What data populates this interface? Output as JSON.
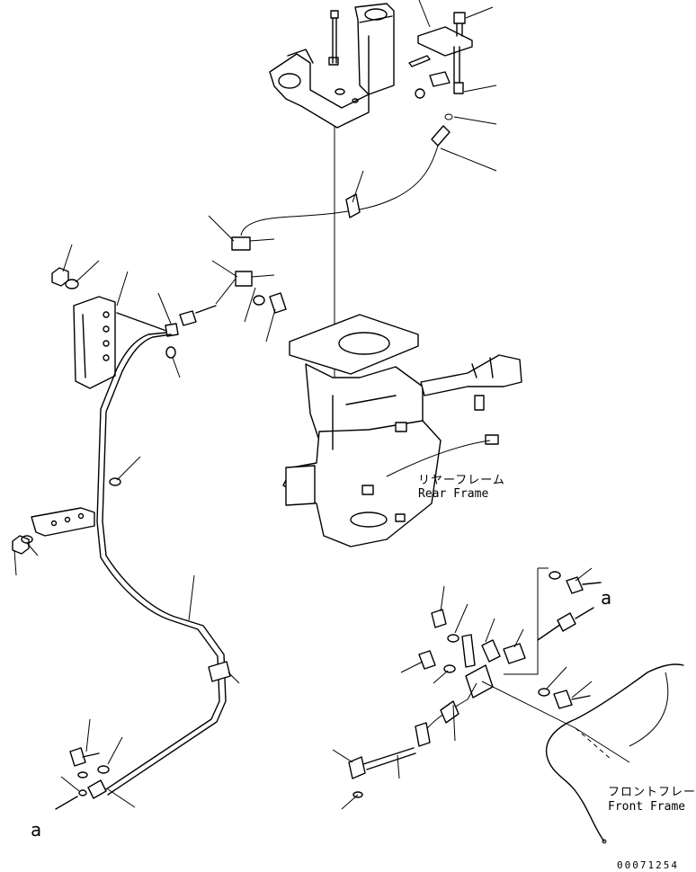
{
  "labels": {
    "rear_frame_jp": "リヤーフレーム",
    "rear_frame_en": "Rear Frame",
    "front_frame_jp": "フロントフレーム",
    "front_frame_en": "Front Frame",
    "connector_a_top": "a",
    "connector_a_bottom": "a",
    "drawing_number": "00071254"
  }
}
